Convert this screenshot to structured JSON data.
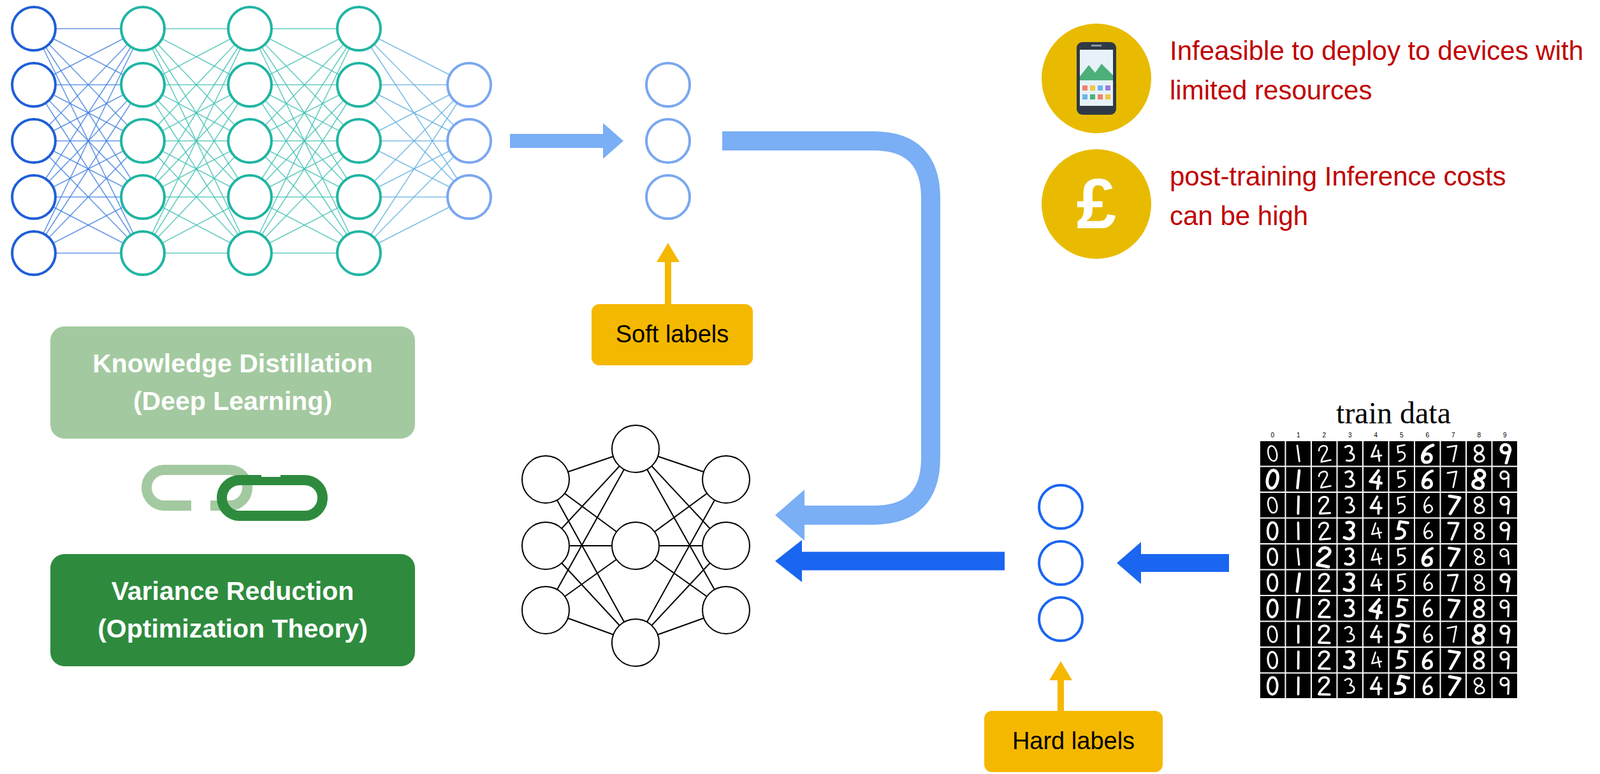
{
  "diagram": {
    "nodes": [
      {
        "text": [
          "Knowledge Distillation (Deep Learning)"
        ]
      },
      {
        "text": [
          "Variance Reduction (Optimization Theory)"
        ]
      },
      {
        "text": [
          "Soft labels"
        ]
      },
      {
        "text": [
          "Hard labels"
        ]
      },
      {
        "text": [
          "£"
        ]
      }
    ],
    "labels": [
      "Infeasible to deploy to devices with limited resources",
      "post-training Inference costs can be high",
      "train data",
      "0",
      "1",
      "2",
      "3",
      "4",
      "5",
      "6",
      "7",
      "8",
      "9"
    ]
  }
}
